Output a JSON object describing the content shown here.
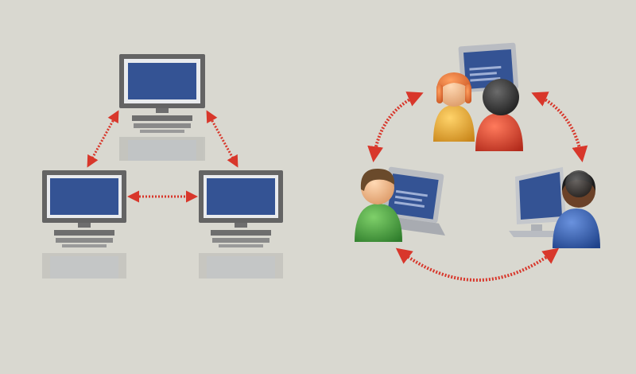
{
  "colors": {
    "background": "#d9d8d0",
    "monitor_frame": "#646464",
    "screen": "#345394",
    "screen_panel": "#e9ebee",
    "keyboard": "#6e6e6e",
    "arrow": "#d8372b",
    "person_green": "#3e9b3a",
    "person_orange": "#e9a21c",
    "person_red": "#d23a27",
    "person_blue": "#2d58a6",
    "skin_light": "#f0b98c",
    "skin_dark": "#5b3a26",
    "hair_brown": "#6a4a2b",
    "hair_orange": "#e86d2b",
    "hair_black": "#222222"
  },
  "left_network": {
    "nodes": [
      "computer-top",
      "computer-left",
      "computer-right"
    ],
    "links": [
      [
        "computer-top",
        "computer-left"
      ],
      [
        "computer-top",
        "computer-right"
      ],
      [
        "computer-left",
        "computer-right"
      ]
    ]
  },
  "right_network": {
    "nodes": [
      "pair-top",
      "person-left",
      "person-right"
    ],
    "links": [
      [
        "person-left",
        "pair-top"
      ],
      [
        "pair-top",
        "person-right"
      ],
      [
        "person-right",
        "person-left"
      ]
    ]
  }
}
